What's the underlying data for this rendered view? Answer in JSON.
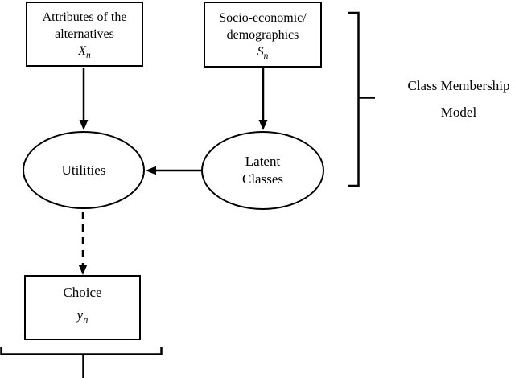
{
  "diagram": {
    "background_color": "#ffffff",
    "line_color": "#000000",
    "nodes": {
      "attributes_box": {
        "shape": "rectangle",
        "line1": "Attributes of the",
        "line2": "alternatives",
        "variable": {
          "symbol": "X",
          "subscript": "n"
        }
      },
      "socio_box": {
        "shape": "rectangle",
        "line1": "Socio-economic/",
        "line2": "demographics",
        "variable": {
          "symbol": "S",
          "subscript": "n"
        }
      },
      "utilities": {
        "shape": "ellipse",
        "label": "Utilities"
      },
      "latent_classes": {
        "shape": "ellipse",
        "line1": "Latent",
        "line2": "Classes"
      },
      "choice_box": {
        "shape": "rectangle",
        "line1": "Choice",
        "variable": {
          "symbol": "y",
          "subscript": "n"
        }
      }
    },
    "annotations": {
      "class_membership_model": {
        "line1": "Class Membership",
        "line2": "Model"
      }
    },
    "edges": [
      {
        "from": "attributes_box",
        "to": "utilities",
        "style": "solid",
        "direction": "down"
      },
      {
        "from": "socio_box",
        "to": "latent_classes",
        "style": "solid",
        "direction": "down"
      },
      {
        "from": "latent_classes",
        "to": "utilities",
        "style": "solid",
        "direction": "left"
      },
      {
        "from": "utilities",
        "to": "choice_box",
        "style": "dashed",
        "direction": "down"
      }
    ],
    "braces": [
      {
        "name": "right-brace",
        "groups": "class membership model region",
        "orientation": "vertical"
      },
      {
        "name": "bottom-brace",
        "groups": "choice region",
        "orientation": "horizontal"
      }
    ]
  }
}
